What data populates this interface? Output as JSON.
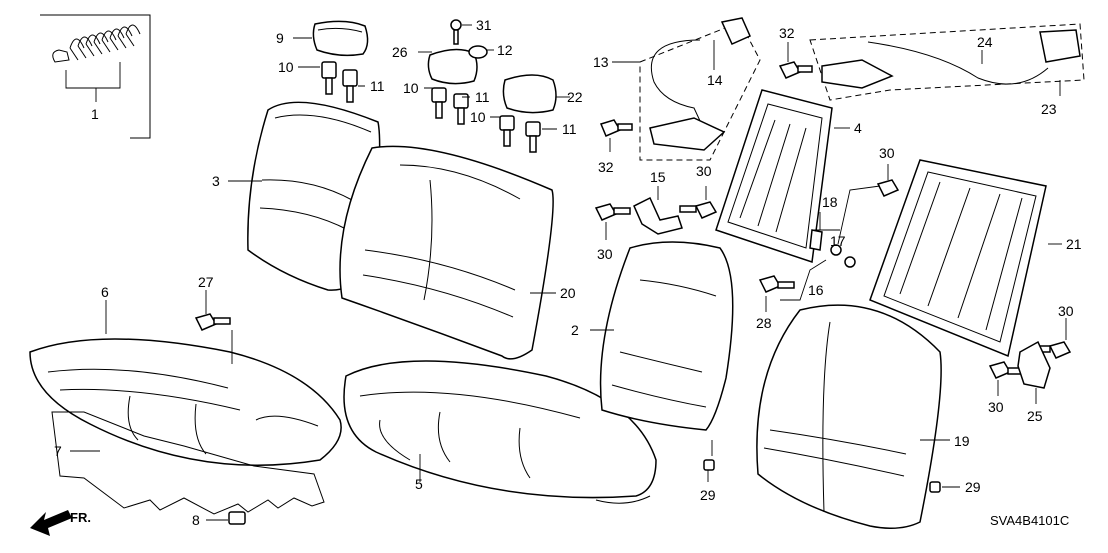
{
  "diagram": {
    "code": "SVA4B4101C",
    "direction": "FR.",
    "callouts": [
      {
        "id": "c1",
        "text": "1"
      },
      {
        "id": "c2",
        "text": "2"
      },
      {
        "id": "c3",
        "text": "3"
      },
      {
        "id": "c4",
        "text": "4"
      },
      {
        "id": "c5",
        "text": "5"
      },
      {
        "id": "c6",
        "text": "6"
      },
      {
        "id": "c7",
        "text": "7"
      },
      {
        "id": "c8",
        "text": "8"
      },
      {
        "id": "c9",
        "text": "9"
      },
      {
        "id": "c10a",
        "text": "10"
      },
      {
        "id": "c10b",
        "text": "10"
      },
      {
        "id": "c10c",
        "text": "10"
      },
      {
        "id": "c11a",
        "text": "11"
      },
      {
        "id": "c11b",
        "text": "11"
      },
      {
        "id": "c11c",
        "text": "11"
      },
      {
        "id": "c12",
        "text": "12"
      },
      {
        "id": "c13",
        "text": "13"
      },
      {
        "id": "c14",
        "text": "14"
      },
      {
        "id": "c15",
        "text": "15"
      },
      {
        "id": "c16",
        "text": "16"
      },
      {
        "id": "c17",
        "text": "17"
      },
      {
        "id": "c18",
        "text": "18"
      },
      {
        "id": "c19",
        "text": "19"
      },
      {
        "id": "c20",
        "text": "20"
      },
      {
        "id": "c21",
        "text": "21"
      },
      {
        "id": "c22",
        "text": "22"
      },
      {
        "id": "c23",
        "text": "23"
      },
      {
        "id": "c24",
        "text": "24"
      },
      {
        "id": "c25",
        "text": "25"
      },
      {
        "id": "c26",
        "text": "26"
      },
      {
        "id": "c27",
        "text": "27"
      },
      {
        "id": "c28",
        "text": "28"
      },
      {
        "id": "c29a",
        "text": "29"
      },
      {
        "id": "c29b",
        "text": "29"
      },
      {
        "id": "c30a",
        "text": "30"
      },
      {
        "id": "c30b",
        "text": "30"
      },
      {
        "id": "c30c",
        "text": "30"
      },
      {
        "id": "c30d",
        "text": "30"
      },
      {
        "id": "c30e",
        "text": "30"
      },
      {
        "id": "c31",
        "text": "31"
      },
      {
        "id": "c32a",
        "text": "32"
      },
      {
        "id": "c32b",
        "text": "32"
      }
    ]
  }
}
